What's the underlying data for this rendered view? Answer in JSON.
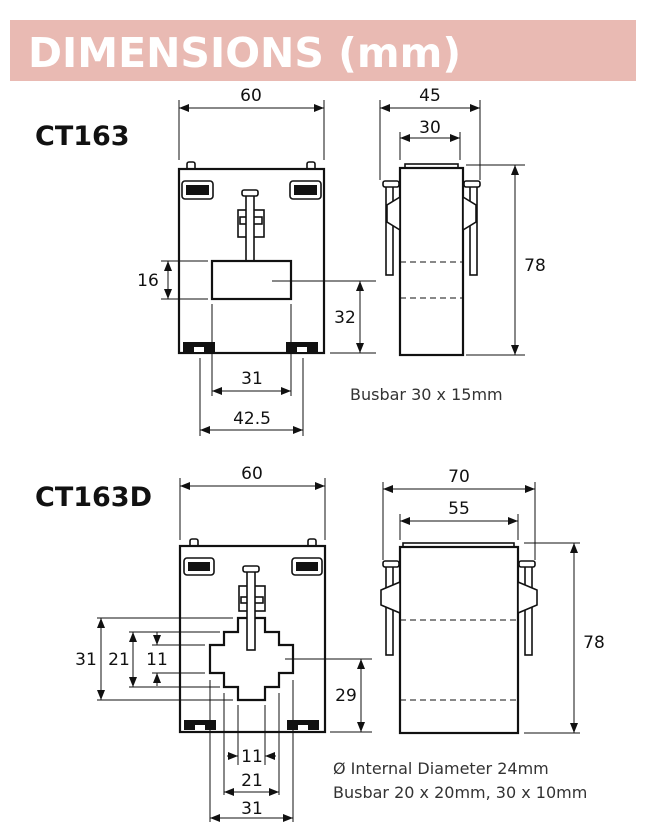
{
  "header": {
    "title": "DIMENSIONS (mm)",
    "color": "#e9bab3"
  },
  "ct163": {
    "label": "CT163",
    "front": {
      "width": "60",
      "window_height": "16",
      "window_center_height": "32",
      "window_width": "31",
      "foot_span": "42.5"
    },
    "side": {
      "overall_depth": "45",
      "body_depth": "30",
      "height": "78"
    },
    "note": "Busbar 30 x 15mm"
  },
  "ct163d": {
    "label": "CT163D",
    "front": {
      "width": "60",
      "h_outer": "31",
      "h_mid": "21",
      "h_inner": "11",
      "center_height": "29",
      "w_inner": "11",
      "w_mid": "21",
      "w_outer": "31"
    },
    "side": {
      "overall_depth": "70",
      "body_depth": "55",
      "height": "78"
    },
    "note1": "Ø Internal Diameter 24mm",
    "note2": "Busbar 20 x 20mm, 30 x 10mm"
  }
}
